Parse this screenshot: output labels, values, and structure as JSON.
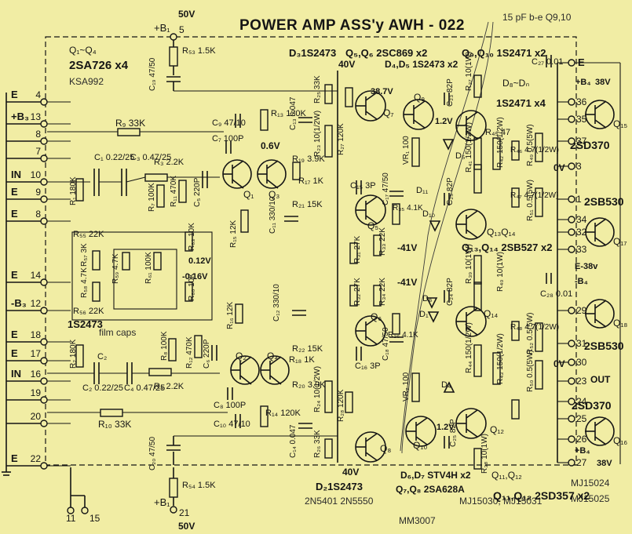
{
  "title": "POWER AMP ASS'y  AWH - 022",
  "annotations": {
    "cap_note": "15 pF b-e Q9,10",
    "ksa992": "KSA992",
    "film_caps": "film caps",
    "driver_pair": "2N5401 2N5550",
    "mm3007": "MM3007",
    "mj1503x": "MJ15030, MJ15031",
    "mj15024": "MJ15024",
    "mj15025": "MJ15025"
  },
  "rails": {
    "b1_top": "+B₁",
    "b1_top_pin": "5",
    "b1_top_v": "50V",
    "b1_bot": "+B₁",
    "b1_bot_pin": "21",
    "b1_bot_v": "50V",
    "b3_pos": "+B₃",
    "b3_neg": "-B₃",
    "b4_pos": "+B₄",
    "b4_pos_v": "38V",
    "b4_bot": "+B₄",
    "b4_bot_v": "38V",
    "b4_neg": "-B₄",
    "e_38v": "E-38v"
  },
  "left_pins": [
    {
      "label": "E",
      "pin": "4"
    },
    {
      "label": "+B₃",
      "pin": "13"
    },
    {
      "label": "",
      "pin": "8"
    },
    {
      "label": "",
      "pin": "7"
    },
    {
      "label": "IN",
      "pin": "10"
    },
    {
      "label": "E",
      "pin": "9"
    },
    {
      "label": "E",
      "pin": "8"
    },
    {
      "label": "E",
      "pin": "14"
    },
    {
      "label": "-B₃",
      "pin": "12"
    },
    {
      "label": "E",
      "pin": "18"
    },
    {
      "label": "E",
      "pin": "17"
    },
    {
      "label": "IN",
      "pin": "16"
    },
    {
      "label": "",
      "pin": "19"
    },
    {
      "label": "",
      "pin": "20"
    },
    {
      "label": "E",
      "pin": "22"
    }
  ],
  "bottom_pins": [
    "11",
    "15"
  ],
  "right_pins": [
    {
      "label": "E",
      "pin": ""
    },
    {
      "label": "",
      "pin": "36"
    },
    {
      "label": "",
      "pin": "35"
    },
    {
      "label": "",
      "pin": "37"
    },
    {
      "label": "0V",
      "pin": "3"
    },
    {
      "label": "",
      "pin": "1"
    },
    {
      "label": "",
      "pin": "34"
    },
    {
      "label": "",
      "pin": "32"
    },
    {
      "label": "",
      "pin": "33"
    },
    {
      "label": "",
      "pin": "29"
    },
    {
      "label": "",
      "pin": "31"
    },
    {
      "label": "0V",
      "pin": "30"
    },
    {
      "label": "OUT",
      "pin": "23"
    },
    {
      "label": "",
      "pin": "24"
    },
    {
      "label": "",
      "pin": "25"
    },
    {
      "label": "",
      "pin": "26"
    },
    {
      "label": "",
      "pin": "27"
    }
  ],
  "part_labels": {
    "q1q4": "Q₁~Q₄",
    "sa726": "2SA726 x4",
    "d3": "D₃1S2473",
    "q5q6": "Q₅,Q₆ 2SC869 x2",
    "v40": "40V",
    "d4d5": "D₄,D₅ 1S2473 x2",
    "q9q10": "Q₉,Q₁₀ 1S2471 x2",
    "d8dn": "D₈~Dₙ",
    "is2471x4": "1S2471 x4",
    "sd370_top": "2SD370",
    "sb530_top": "2SB530",
    "sb527": "Q₁₃,Q₁₄ 2SB527 x2",
    "sb530_bot": "2SB530",
    "sd370_bot": "2SD370",
    "is2473_mid": "1S2473",
    "d6d7": "D₆,D₇ STV4H x2",
    "q7q8": "Q₇,Q₈ 2SA628A",
    "d2": "D₂1S2473",
    "sd357": "Q₁₁,Q₁₂ 2SD357 x2",
    "v40_bot": "40V",
    "v41_a": "-41V",
    "v41_b": "-41V",
    "v06": "0.6V",
    "v387": "38.7V",
    "v12_top": "1.2V",
    "v12_bot": "1.2V",
    "v012": "0.12V",
    "v016": "-0.16V",
    "ov_top": "0V",
    "ov_bot": "0V",
    "out": "OUT"
  },
  "components": {
    "r53": "R₅₃ 1.5K",
    "c19": "C₁₉ 47/50",
    "r9": "R₉ 33K",
    "c9": "C₉ 47/10",
    "r13": "R₁₃ 120K",
    "c7": "C₇ 100P",
    "c1": "C₁ 0.22/25",
    "c3": "C₃ 0.47/25",
    "r3": "R₃ 2.2K",
    "r1": "R₁ 180K",
    "r7": "R₇ 100K",
    "r11": "R₁₁ 470K",
    "c5": "C₅ 220P",
    "r19": "R₁₉ 3.9K",
    "r17": "R₁₇ 1K",
    "r21": "R₂₁ 15K",
    "r15": "R₁₅ 12K",
    "c11": "C₁₁ 330/10",
    "r55": "R₅₅ 22K",
    "r57": "R₅₇ 3K",
    "r59": "R₅₉ 4.7K",
    "r61": "R₆₁ 100K",
    "r63": "R₆₃ 10K",
    "r60": "R₆₀ 10K",
    "r56": "R₅₆ 22K",
    "r58": "R₅₈ 4.7K",
    "c2": "C₂ 0.22/25",
    "c4": "C₄ 0.47/25",
    "r4": "R₄ 2.2K",
    "r2": "R₂ 180K",
    "r8": "R₈ 100K",
    "r12": "R₁₂ 470K",
    "c6": "C₆ 220P",
    "r16": "R₁₆ 12K",
    "c8": "C₈ 100P",
    "c10": "C₁₀ 47/10",
    "r10": "R₁₀ 33K",
    "r14": "R₁₄ 120K",
    "r20": "R₂₀ 3.9K",
    "r18": "R₁₈ 1K",
    "r22": "R₂₂ 15K",
    "c12": "C₁₂ 330/10",
    "r24": "R₂₄ 10(1/2W)",
    "c14": "C₁₄ 0.047",
    "r26": "R₂₆ 33K",
    "r28": "R₂₈ 120K",
    "c20": "C₂₀ 47/50",
    "r54": "R₅₄ 1.5K",
    "r25": "R₂₅ 33K",
    "r27": "R₂₇ 120K",
    "r23": "R₂₃ 10(1/2W)",
    "c13": "C₁₃ 0.047",
    "c15": "C₁₅ 3P",
    "c17": "C₁₇ 47/50",
    "r31": "R₃₁ 27K",
    "r33": "R₃₃ 22K",
    "r35": "R₃₅ 4.1K",
    "r32": "R₃₂ 27K",
    "r34": "R₃₄ 22K",
    "r36": "R₃₆ 4.1K",
    "c16": "C₁₆ 3P",
    "c18": "C₁₈ 47/50",
    "vr1": "VR₁ 100",
    "vr2": "VR₂ 100",
    "c23": "C₂₃ 82P",
    "c24": "C₂₄ 82P",
    "c25": "C₂₅ 82P",
    "r37": "R₃₇ 10(1W)",
    "r38": "R₃₈ 10(1W)",
    "r39": "R₃₉ 10(1W)",
    "r40": "R₄₀ 10(1W)",
    "r41": "R₄₁ 150(1/2W)",
    "r42": "R₄₂ 150(1/2W)",
    "r43": "R₄₃ 150(1/2W)",
    "r44": "R₄₄ 150(1/2W)",
    "r45": "R₄₅ 47",
    "r46": "R₄₆ 4.7(1/2W)",
    "r47": "R₄₇ 4.7(1/2W)",
    "r48": "R₄₈ 4.7(1/2W)",
    "r49": "R₄₉ 0.5(5W)",
    "r50": "R₅₀ 0.5(5W)",
    "r51": "R₅₁ 0.5(5W)",
    "r52": "R₅₂ 0.5(5W)",
    "c27": "C₂₇ 0.01",
    "c28": "C₂₈ 0.01"
  },
  "transistors": {
    "q1": "Q₁",
    "q2": "Q₂",
    "q3": "Q₃",
    "q4": "Q₄",
    "q5": "Q₅",
    "q6": "Q₆",
    "q7": "Q₇",
    "q8": "Q₈",
    "q9": "Q₉",
    "q10": "Q₁₀",
    "q11": "Q₁₁",
    "q12": "Q₁₂",
    "q13": "Q₁₃",
    "q14": "Q₁₄",
    "q15": "Q₁₅",
    "q16": "Q₁₆",
    "q17": "Q₁₇",
    "q18": "Q₁₈"
  },
  "diodes": {
    "d1": "D₁",
    "d5": "D₅",
    "d6": "D₆",
    "d4": "D₄",
    "d10": "D₁₀",
    "d11": "D₁₁"
  }
}
